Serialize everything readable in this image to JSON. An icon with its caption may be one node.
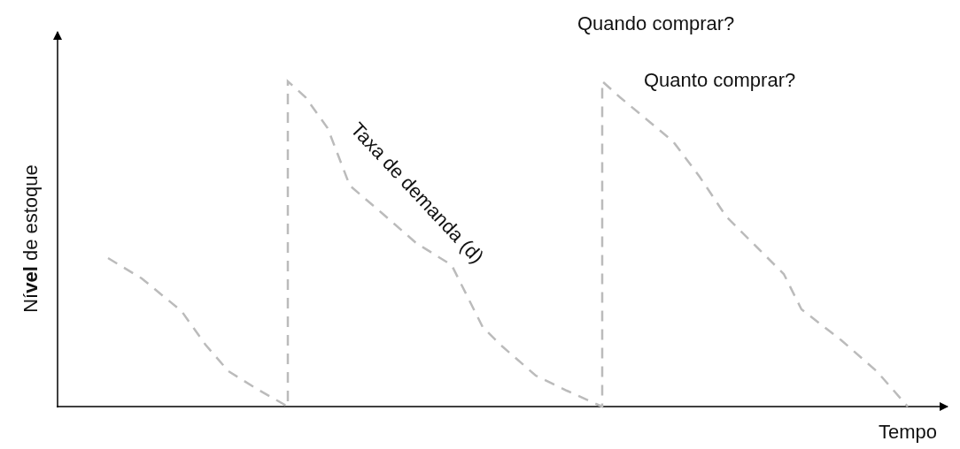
{
  "diagram": {
    "labels": [
      "Quando comprar?",
      "Quanto comprar?",
      "Ní**vel** de estoque",
      "Taxa de demanda (d)",
      "Tempo"
    ]
  }
}
